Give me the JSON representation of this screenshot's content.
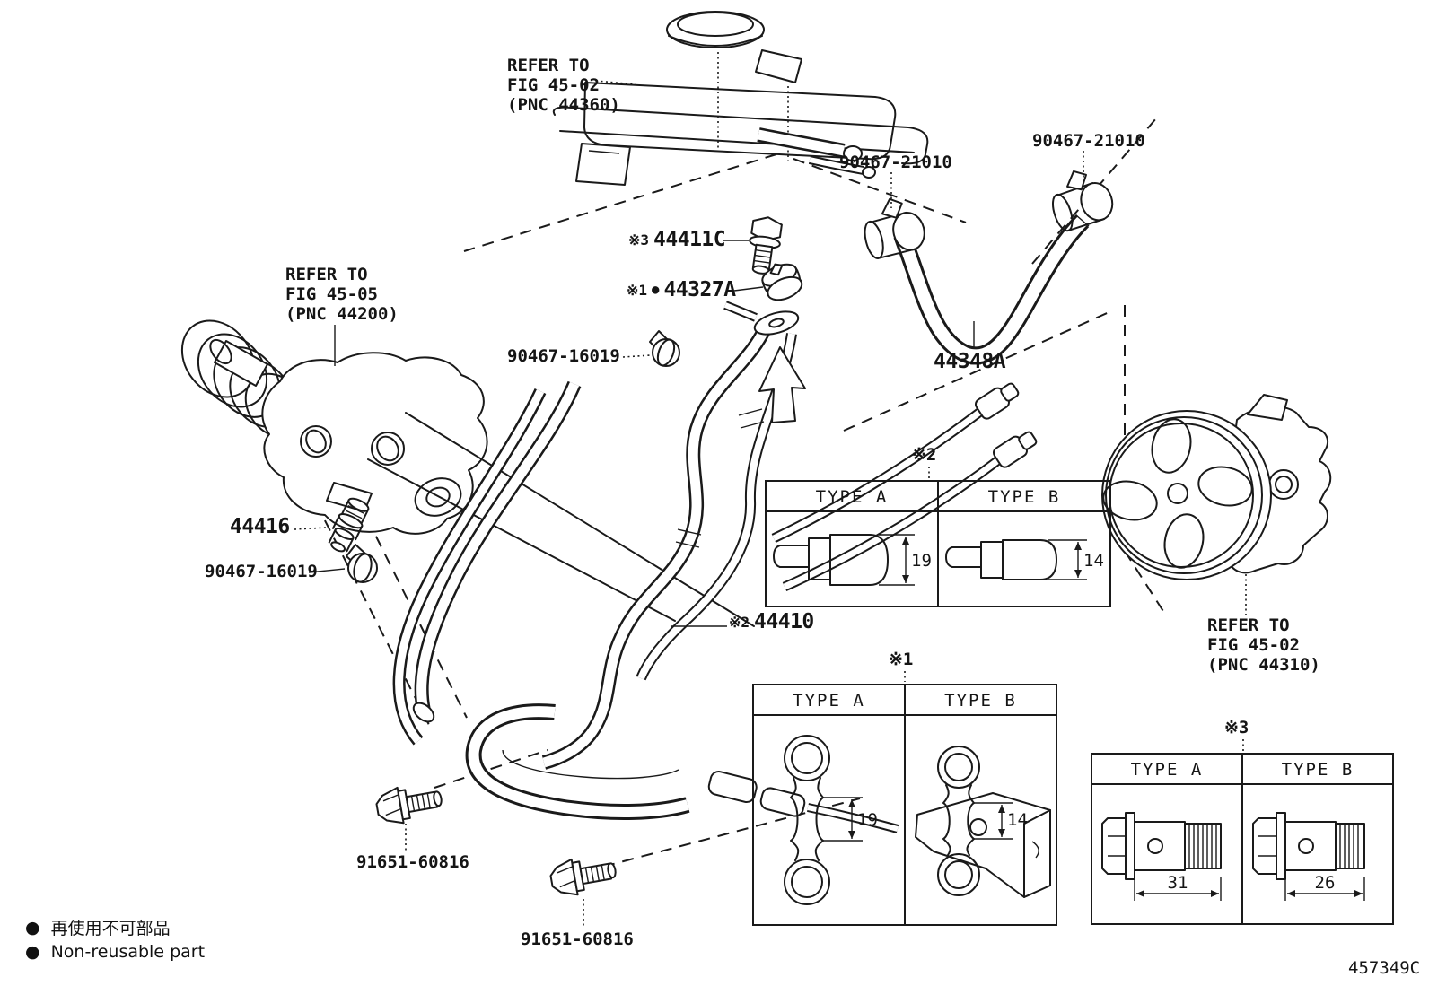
{
  "colors": {
    "ink": "#1a1a1a",
    "paper": "#ffffff"
  },
  "labels": {
    "ref_reservoir": {
      "l1": "REFER TO",
      "l2": "FIG 45-02",
      "l3": "(PNC 44360)"
    },
    "ref_rack": {
      "l1": "REFER TO",
      "l2": "FIG 45-05",
      "l3": "(PNC 44200)"
    },
    "ref_pump": {
      "l1": "REFER TO",
      "l2": "FIG 45-02",
      "l3": "(PNC 44310)"
    },
    "clamp_top_left": "90467-21010",
    "clamp_top_right": "90467-21010",
    "bolt_44411c": {
      "marker": "※3",
      "number": "44411C"
    },
    "clamp_44327a": {
      "marker": "※1",
      "bullet": "●",
      "number": "44327A"
    },
    "clamp_mid": "90467-16019",
    "hose_44348a": "44348A",
    "union_44416": "44416",
    "clamp_lower": "90467-16019",
    "tube_44410": {
      "marker": "※2",
      "number": "44410"
    },
    "bolt_91651_a": "91651-60816",
    "bolt_91651_b": "91651-60816"
  },
  "tables": {
    "note2": {
      "marker": "※2",
      "col_a": "TYPE A",
      "col_b": "TYPE B",
      "dim_a": "19",
      "dim_b": "14"
    },
    "note1": {
      "marker": "※1",
      "col_a": "TYPE A",
      "col_b": "TYPE B",
      "dim_a": "19",
      "dim_b": "14"
    },
    "note3": {
      "marker": "※3",
      "col_a": "TYPE A",
      "col_b": "TYPE B",
      "dim_a": "31",
      "dim_b": "26"
    }
  },
  "legend": {
    "bullet": "●",
    "jp": "再使用不可部品",
    "en": "Non-reusable part"
  },
  "figure_code": "457349C"
}
